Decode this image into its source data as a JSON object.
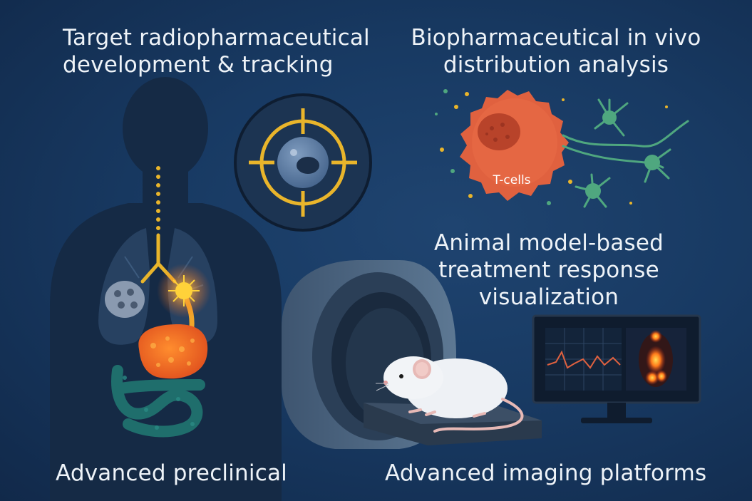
{
  "captions": {
    "target": "Target radiopharmaceutical\ndevelopment & tracking",
    "distribution": "Biopharmaceutical in vivo\ndistribution analysis",
    "animal_model": "Animal model-based\ntreatment response\nvisualization",
    "preclinical": "Advanced preclinical",
    "imaging": "Advanced imaging platforms"
  },
  "cell_label": "T-cells",
  "colors": {
    "background": "#183a63",
    "accent_yellow": "#e9b52b",
    "tcell": "#e0613f",
    "neuron": "#4fa77f",
    "text": "#eef3f8"
  },
  "icons": [
    "human-silhouette",
    "target-crosshair-icon",
    "tcell-illustration",
    "neuron-illustration",
    "pet-scanner",
    "lab-mouse",
    "monitor-with-scans"
  ]
}
